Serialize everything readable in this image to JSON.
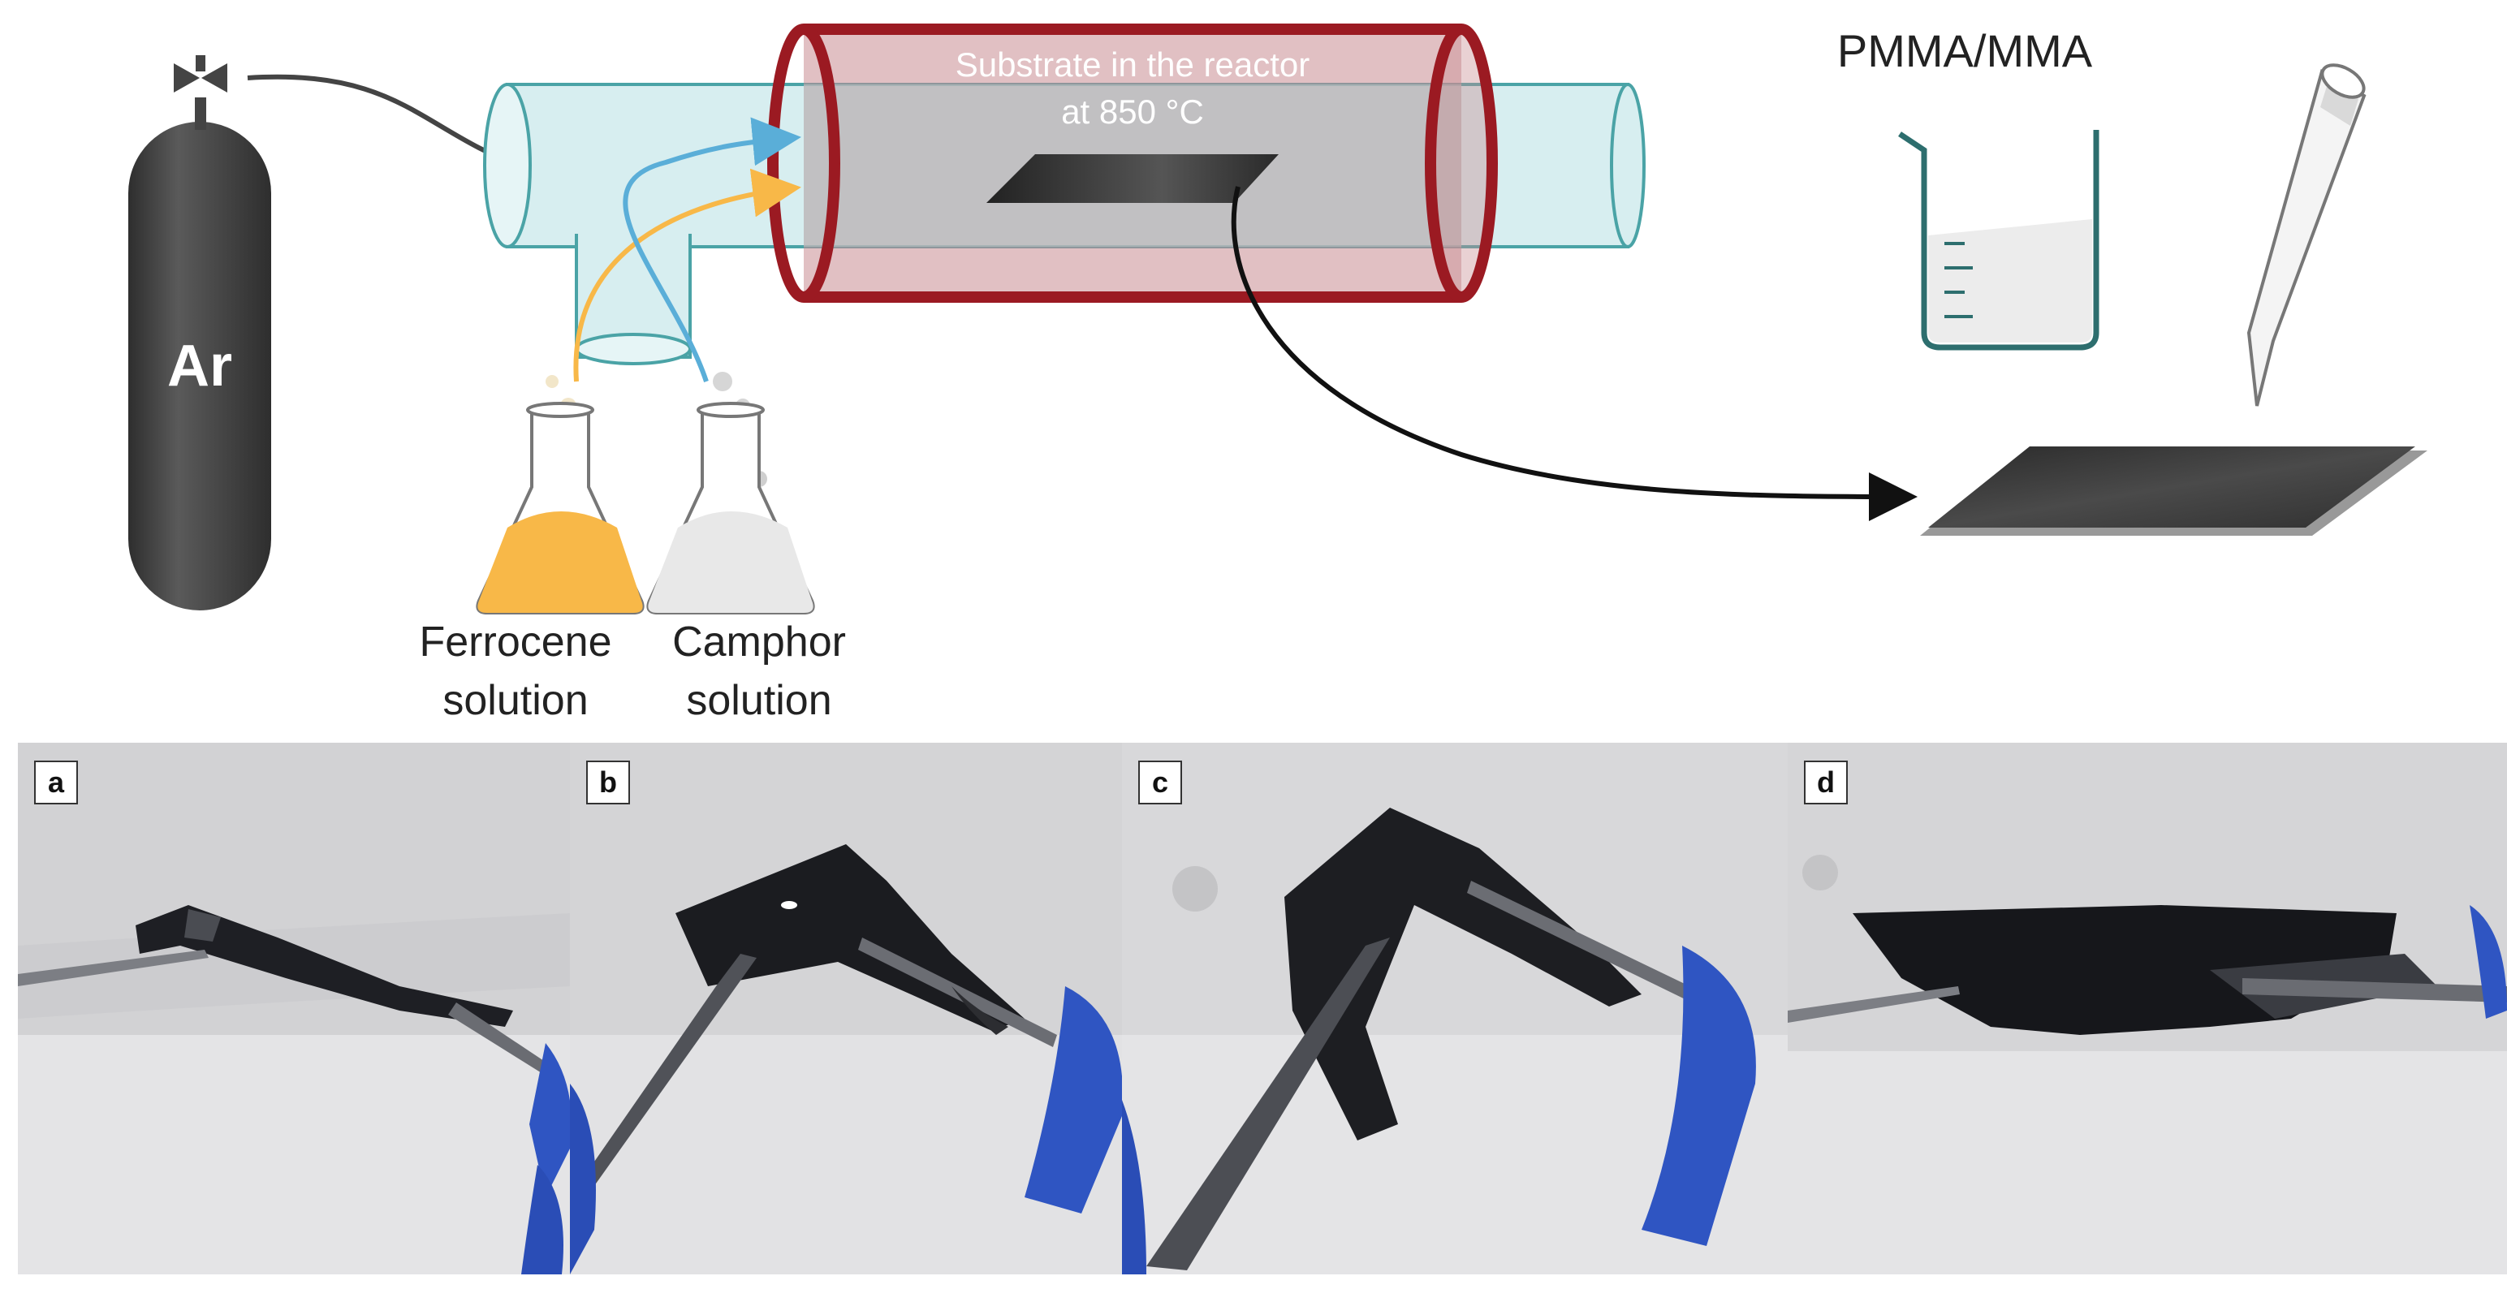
{
  "diagram": {
    "gas_label": "Ar",
    "reactor_label_line1": "Substrate in the reactor",
    "reactor_label_line2": "at 850 °C",
    "flask1_label_line1": "Ferrocene",
    "flask1_label_line2": "solution",
    "flask2_label_line1": "Camphor",
    "flask2_label_line2": "solution",
    "beaker_label": "PMMA/MMA",
    "colors": {
      "tube_fill": "#d7eef0",
      "tube_stroke": "#4aa3a6",
      "furnace_red": "#9b1a22",
      "ferrocene": "#f8b848",
      "camphor_arrow": "#5aaed8",
      "cylinder": "#3d3d3d",
      "beaker_stroke": "#2d6e6e"
    }
  },
  "photos": [
    {
      "label": "a"
    },
    {
      "label": "b"
    },
    {
      "label": "c"
    },
    {
      "label": "d"
    }
  ]
}
